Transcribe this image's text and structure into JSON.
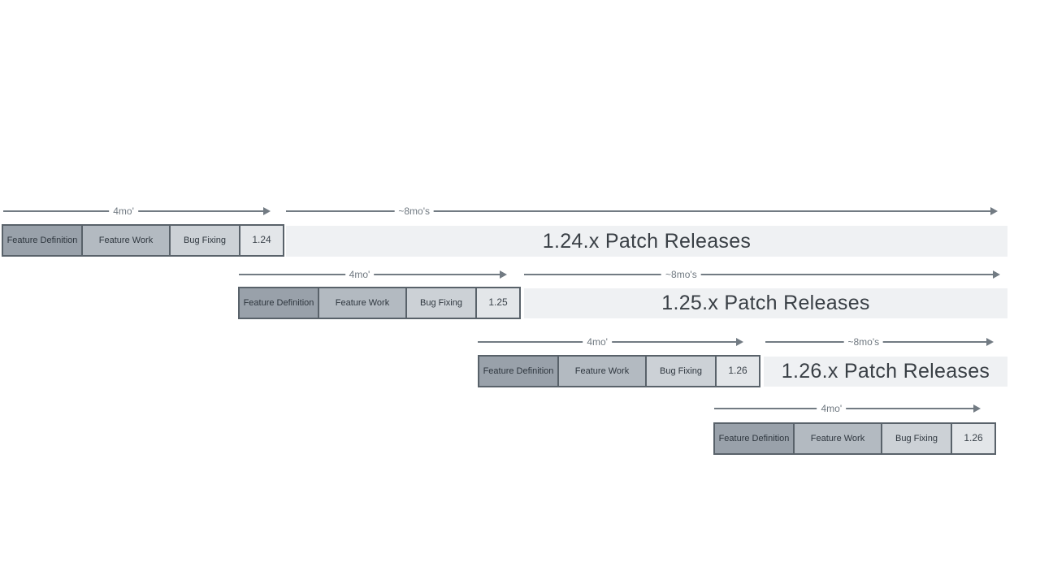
{
  "colors": {
    "background": "#ffffff",
    "phase_definition_fill": "#99a1aa",
    "phase_work_fill": "#b3bac1",
    "phase_bugfix_fill": "#ccd1d6",
    "version_box_fill": "#e3e6e9",
    "patch_bar_fill": "#eff1f3",
    "box_border": "#59626a",
    "arrow": "#727b83",
    "duration_text": "#6f7880",
    "box_text": "#2e363e",
    "patch_text": "#393f45"
  },
  "rows": [
    {
      "phases": {
        "definition": "Feature Definition",
        "work": "Feature Work",
        "bugfix": "Bug Fixing"
      },
      "version": "1.24",
      "dev_duration": "4mo'",
      "patch_duration": "~8mo's",
      "patch_label": "1.24.x Patch Releases"
    },
    {
      "phases": {
        "definition": "Feature Definition",
        "work": "Feature Work",
        "bugfix": "Bug Fixing"
      },
      "version": "1.25",
      "dev_duration": "4mo'",
      "patch_duration": "~8mo's",
      "patch_label": "1.25.x Patch Releases"
    },
    {
      "phases": {
        "definition": "Feature Definition",
        "work": "Feature Work",
        "bugfix": "Bug Fixing"
      },
      "version": "1.26",
      "dev_duration": "4mo'",
      "patch_duration": "~8mo's",
      "patch_label": "1.26.x Patch Releases"
    },
    {
      "phases": {
        "definition": "Feature Definition",
        "work": "Feature Work",
        "bugfix": "Bug Fixing"
      },
      "version": "1.26",
      "dev_duration": "4mo'"
    }
  ]
}
